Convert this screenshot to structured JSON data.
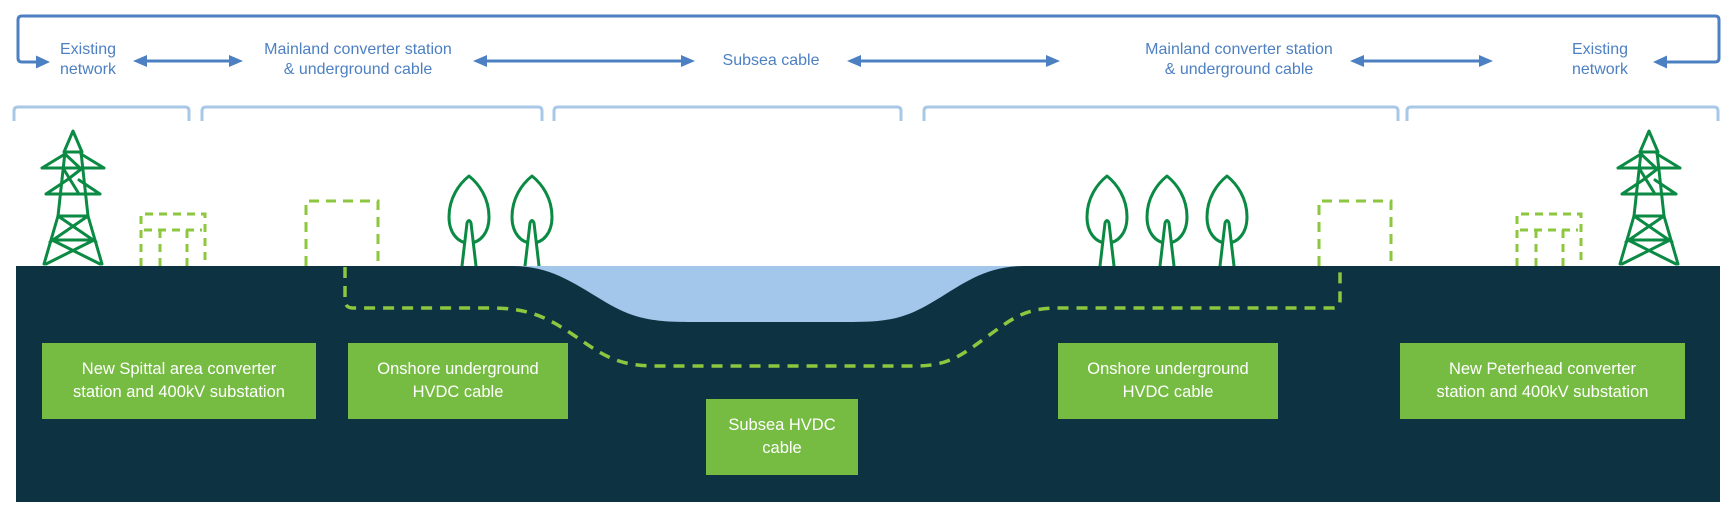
{
  "diagram": {
    "segments": [
      {
        "label": "Existing\nnetwork"
      },
      {
        "label": "Mainland converter station\n& underground cable"
      },
      {
        "label": "Subsea cable"
      },
      {
        "label": "Mainland converter station\n& underground cable"
      },
      {
        "label": "Existing\nnetwork"
      }
    ],
    "boxes": [
      {
        "label": "New Spittal area converter\nstation and 400kV substation"
      },
      {
        "label": "Onshore underground\nHVDC cable"
      },
      {
        "label": "Subsea HVDC\ncable"
      },
      {
        "label": "Onshore underground\nHVDC cable"
      },
      {
        "label": "New Peterhead converter\nstation and 400kV substation"
      }
    ],
    "icons": {
      "left": [
        "transmission-pylon-icon",
        "substation-dashed-icon",
        "converter-building-dashed-icon",
        "tree-icon",
        "tree-icon"
      ],
      "right": [
        "tree-icon",
        "tree-icon",
        "tree-icon",
        "converter-building-dashed-icon",
        "substation-dashed-icon",
        "transmission-pylon-icon"
      ]
    },
    "colors": {
      "label_blue": "#4d80c2",
      "bracket_blue": "#a9c7e6",
      "ground_dark": "#0d3342",
      "water_blue": "#a3c7ea",
      "box_green": "#76bc43",
      "dashed_green": "#8dc63f",
      "icon_green": "#0a8a43",
      "box_text": "#ffffff"
    }
  }
}
